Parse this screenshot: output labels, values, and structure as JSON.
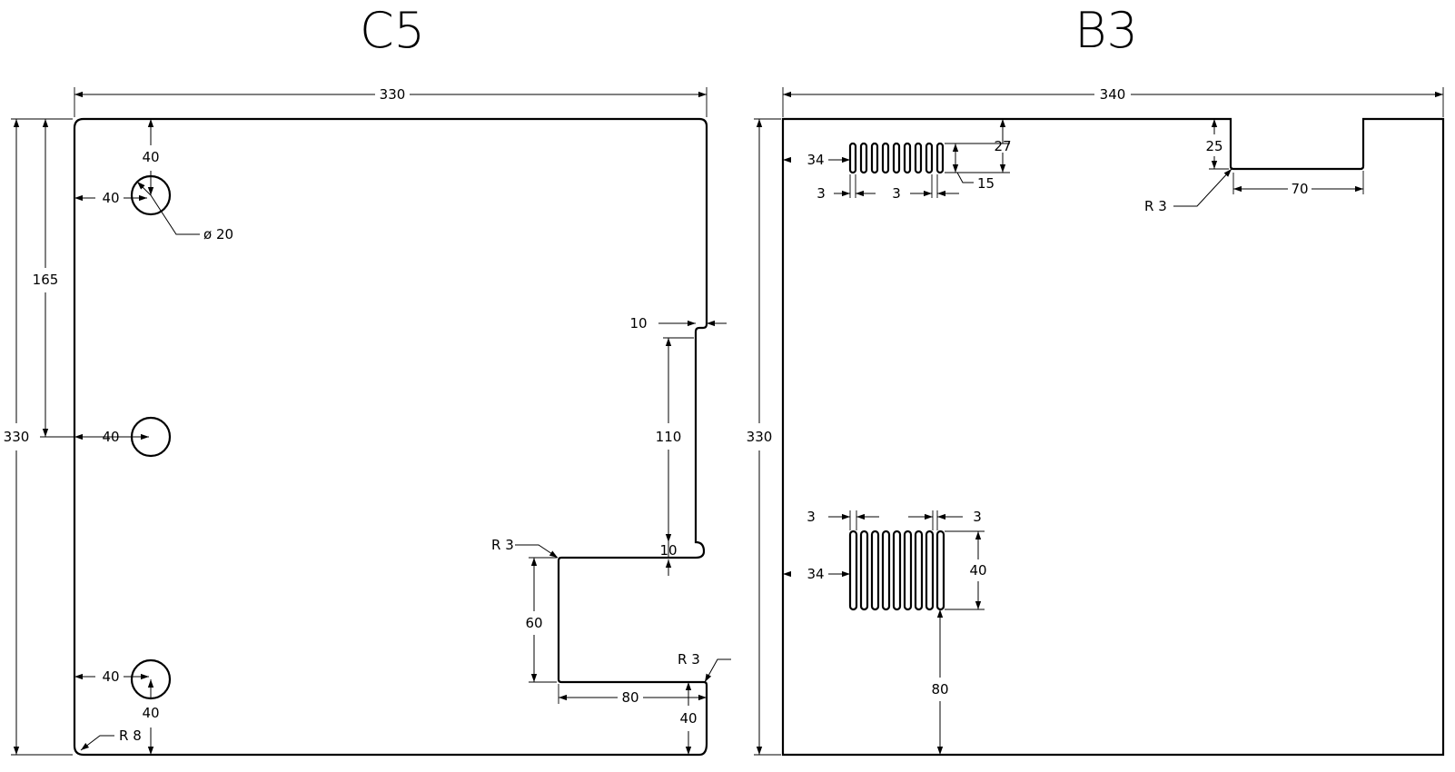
{
  "views": {
    "c5": {
      "title": "C5",
      "dims": {
        "width": "330",
        "height": "330",
        "hole_offset_y": "165",
        "top_hole_y": "40",
        "top_hole_x": "40",
        "hole_dia": "ø 20",
        "mid_hole_x": "40",
        "bottom_hole_x": "40",
        "bottom_hole_y": "40",
        "corner_radius": "R 8",
        "step_depth": "10",
        "slot_length": "110",
        "step_height": "10",
        "notch_radius_top": "R 3",
        "notch_height": "60",
        "notch_width": "80",
        "notch_radius_bottom": "R 3",
        "notch_bottom": "40"
      }
    },
    "b3": {
      "title": "B3",
      "dims": {
        "width": "340",
        "height": "330",
        "vent_top_x": "34",
        "vent_top_y": "27",
        "vent_top_len": "15",
        "vent_top_slot_w": "3",
        "vent_top_gap": "3",
        "notch_depth": "25",
        "notch_width": "70",
        "notch_radius": "R 3",
        "vent_bottom_slot_w": "3",
        "vent_bottom_gap": "3",
        "vent_bottom_x": "34",
        "vent_bottom_len": "40",
        "vent_bottom_y": "80"
      }
    }
  }
}
